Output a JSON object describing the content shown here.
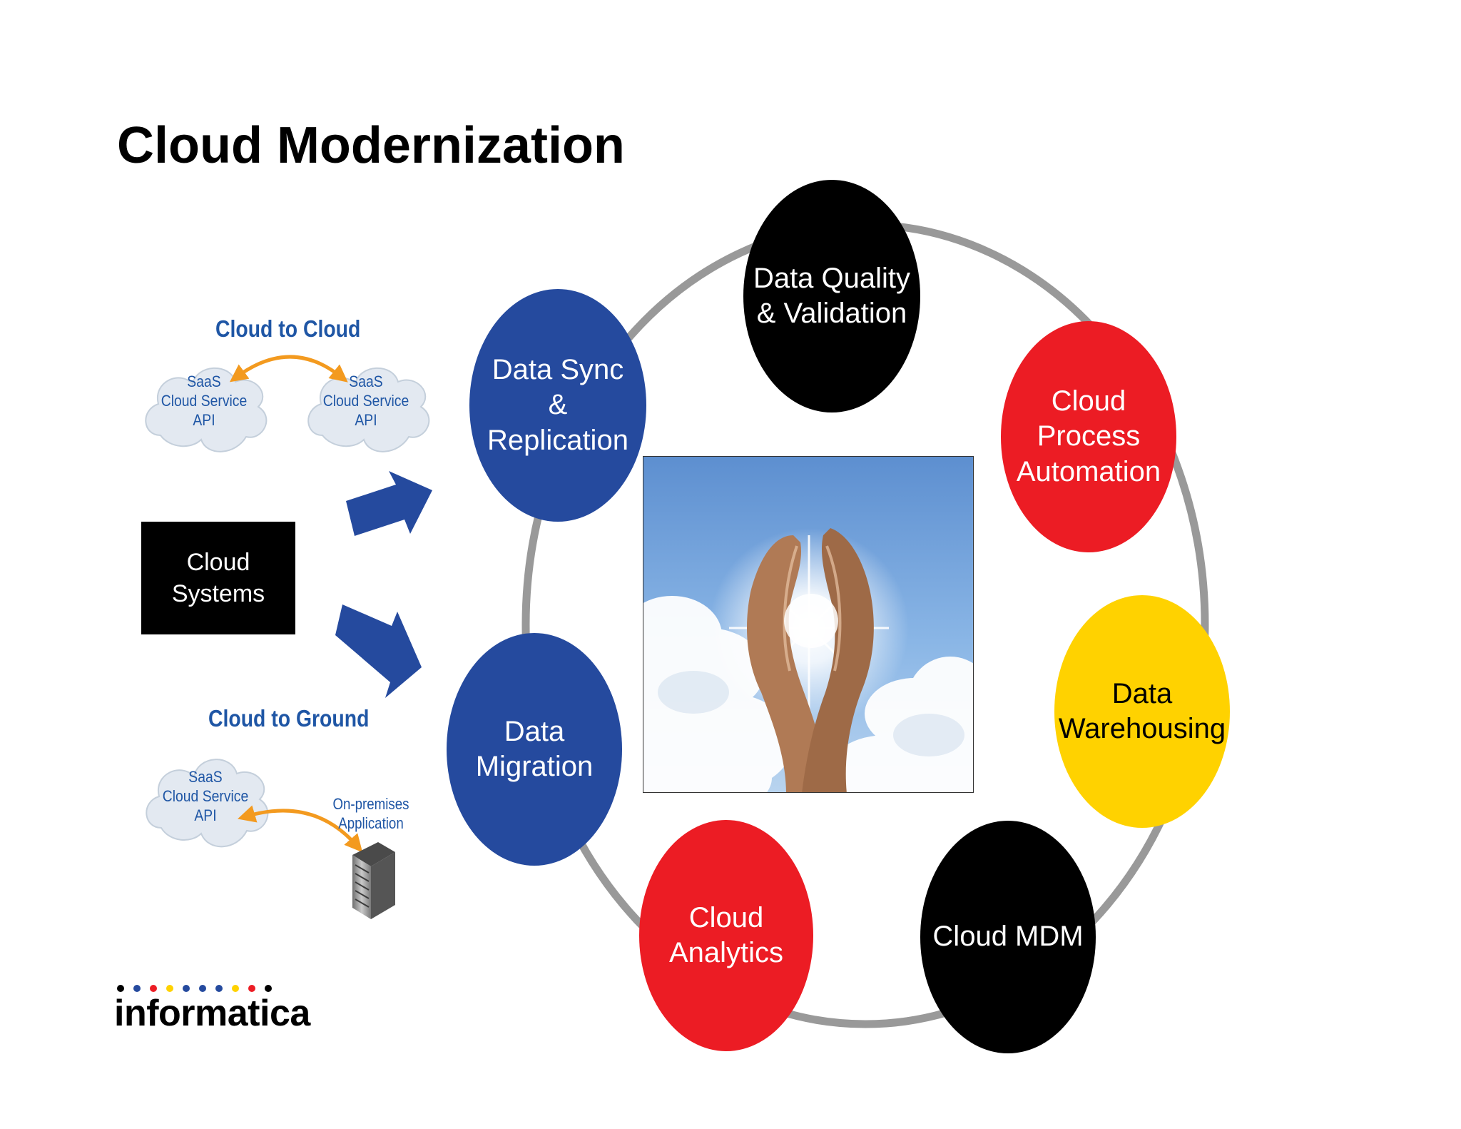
{
  "title": "Cloud Modernization",
  "left_panel": {
    "cloud_to_cloud": {
      "heading": "Cloud to Cloud",
      "left_cloud": "SaaS\nCloud Service\nAPI",
      "right_cloud": "SaaS\nCloud Service\nAPI"
    },
    "cloud_systems": "Cloud\nSystems",
    "cloud_to_ground": {
      "heading": "Cloud to Ground",
      "cloud": "SaaS\nCloud Service\nAPI",
      "onprem": "On-premises\nApplication"
    }
  },
  "cycle": {
    "ring_color": "#999999",
    "nodes": [
      {
        "id": "data-sync",
        "label": "Data Sync\n&\nReplication",
        "color": "#254a9e",
        "text_color": "#ffffff"
      },
      {
        "id": "data-quality",
        "label": "Data Quality\n& Validation",
        "color": "#000000",
        "text_color": "#ffffff"
      },
      {
        "id": "cloud-process",
        "label": "Cloud\nProcess\nAutomation",
        "color": "#ec1c24",
        "text_color": "#ffffff"
      },
      {
        "id": "data-warehousing",
        "label": "Data\nWarehousing",
        "color": "#ffd200",
        "text_color": "#000000"
      },
      {
        "id": "cloud-mdm",
        "label": "Cloud MDM",
        "color": "#000000",
        "text_color": "#ffffff"
      },
      {
        "id": "cloud-analytics",
        "label": "Cloud\nAnalytics",
        "color": "#ec1c24",
        "text_color": "#ffffff"
      },
      {
        "id": "data-migration",
        "label": "Data\nMigration",
        "color": "#254a9e",
        "text_color": "#ffffff"
      }
    ]
  },
  "brand": {
    "name": "informatica",
    "dot_colors": [
      "#000000",
      "#254a9e",
      "#ec1c24",
      "#ffd200",
      "#254a9e",
      "#254a9e",
      "#254a9e",
      "#ffd200",
      "#ec1c24",
      "#000000"
    ]
  },
  "colors": {
    "accent_blue": "#254a9e",
    "heading_blue": "#1f56a5",
    "arrow_orange": "#f39a1f"
  }
}
